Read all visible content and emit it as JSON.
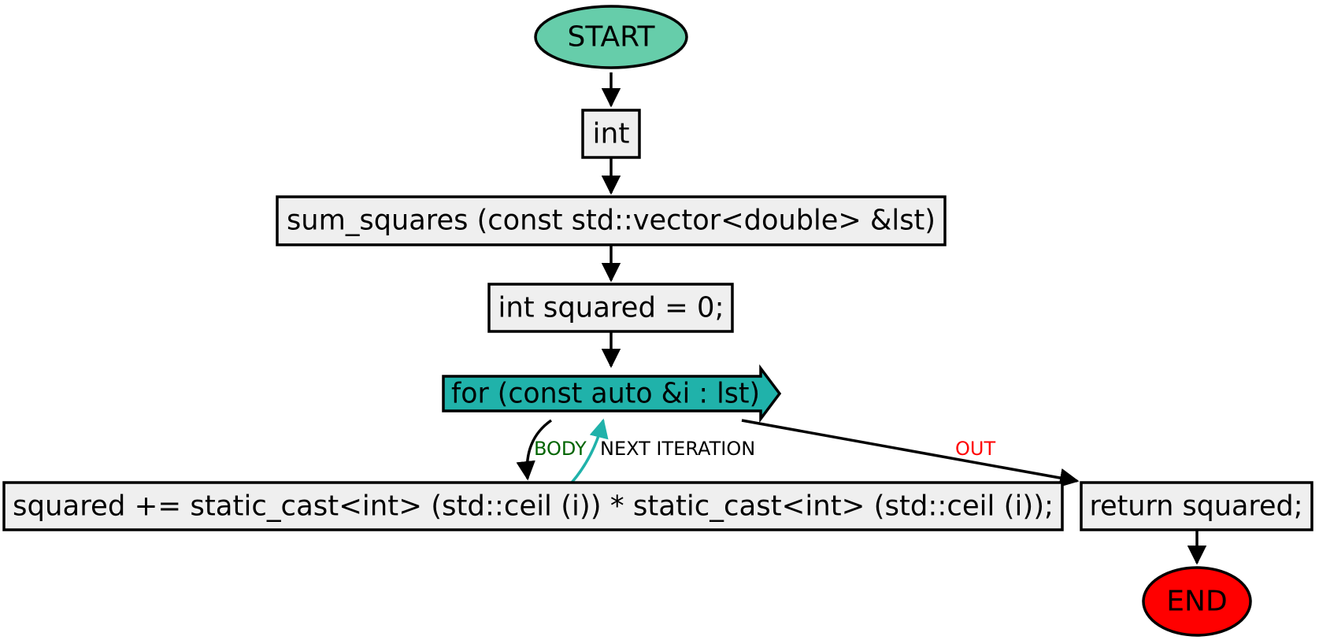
{
  "nodes": {
    "start": "START",
    "ret_type": "int",
    "signature": "sum_squares (const std::vector<double> &lst)",
    "init": "int squared = 0;",
    "loop": "for (const auto &i : lst)",
    "body": "squared += static_cast<int> (std::ceil (i)) * static_cast<int> (std::ceil (i));",
    "ret": "return squared;",
    "end": "END"
  },
  "edges": {
    "body_label": "BODY",
    "next_label": "NEXT ITERATION",
    "out_label": "OUT"
  },
  "colors": {
    "start_fill": "#66cdaa",
    "end_fill": "#ff0000",
    "loop_fill": "#20b2aa",
    "box_fill": "#efefef",
    "body_label": "#006400",
    "next_arrow": "#20b2aa",
    "out_label": "#ff0000"
  }
}
